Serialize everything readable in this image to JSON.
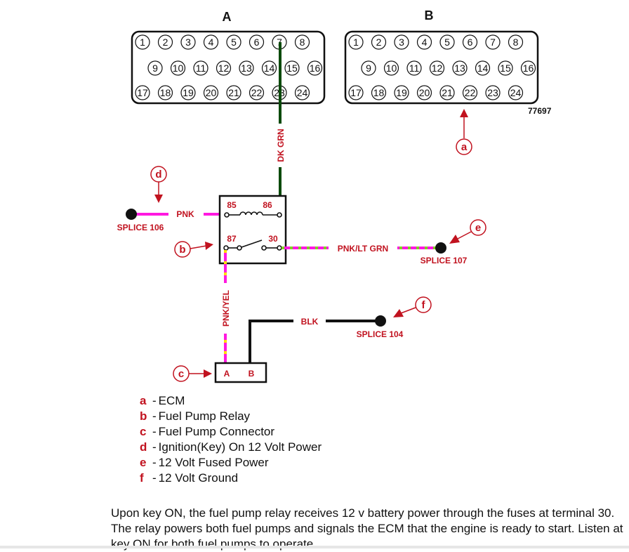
{
  "connector_a": {
    "title": "A",
    "pins_row1": [
      "1",
      "2",
      "3",
      "4",
      "5",
      "6",
      "7",
      "8"
    ],
    "pins_row2": [
      "9",
      "10",
      "11",
      "12",
      "13",
      "14",
      "15",
      "16"
    ],
    "pins_row3": [
      "17",
      "18",
      "19",
      "20",
      "21",
      "22",
      "23",
      "24"
    ]
  },
  "connector_b": {
    "title": "B",
    "pins_row1": [
      "1",
      "2",
      "3",
      "4",
      "5",
      "6",
      "7",
      "8"
    ],
    "pins_row2": [
      "9",
      "10",
      "11",
      "12",
      "13",
      "14",
      "15",
      "16"
    ],
    "pins_row3": [
      "17",
      "18",
      "19",
      "20",
      "21",
      "22",
      "23",
      "24"
    ]
  },
  "figure_number": "77697",
  "relay": {
    "terminal_85": "85",
    "terminal_86": "86",
    "terminal_87": "87",
    "terminal_30": "30"
  },
  "fuel_pump_connector": {
    "pin_a": "A",
    "pin_b": "B"
  },
  "wires": {
    "dk_grn": "DK GRN",
    "pnk": "PNK",
    "pnk_lt_grn": "PNK/LT GRN",
    "pnk_yel": "PNK/YEL",
    "blk": "BLK"
  },
  "splices": {
    "splice_106": "SPLICE 106",
    "splice_107": "SPLICE 107",
    "splice_104": "SPLICE 104"
  },
  "callouts": {
    "a": "a",
    "b": "b",
    "c": "c",
    "d": "d",
    "e": "e",
    "f": "f"
  },
  "colors": {
    "label_red": "#c1121f",
    "wire_pink": "#ff19e0",
    "wire_dk_green": "#0b4a0b",
    "wire_lt_green": "#7ed321",
    "wire_yellow": "#ffe000",
    "wire_black": "#111111"
  },
  "legend": [
    {
      "key": "a",
      "text": "ECM"
    },
    {
      "key": "b",
      "text": "Fuel Pump Relay"
    },
    {
      "key": "c",
      "text": "Fuel Pump Connector"
    },
    {
      "key": "d",
      "text": "Ignition(Key) On 12 Volt Power"
    },
    {
      "key": "e",
      "text": "12 Volt Fused Power"
    },
    {
      "key": "f",
      "text": "12 Volt Ground"
    }
  ],
  "legend_separator": "-",
  "body_text": "Upon key ON, the fuel pump relay receives 12 v battery power through the fuses at terminal 30. The relay powers both fuel pumps and signals the ECM that the engine is ready to start. Listen at key ON for both fuel pumps to operate."
}
